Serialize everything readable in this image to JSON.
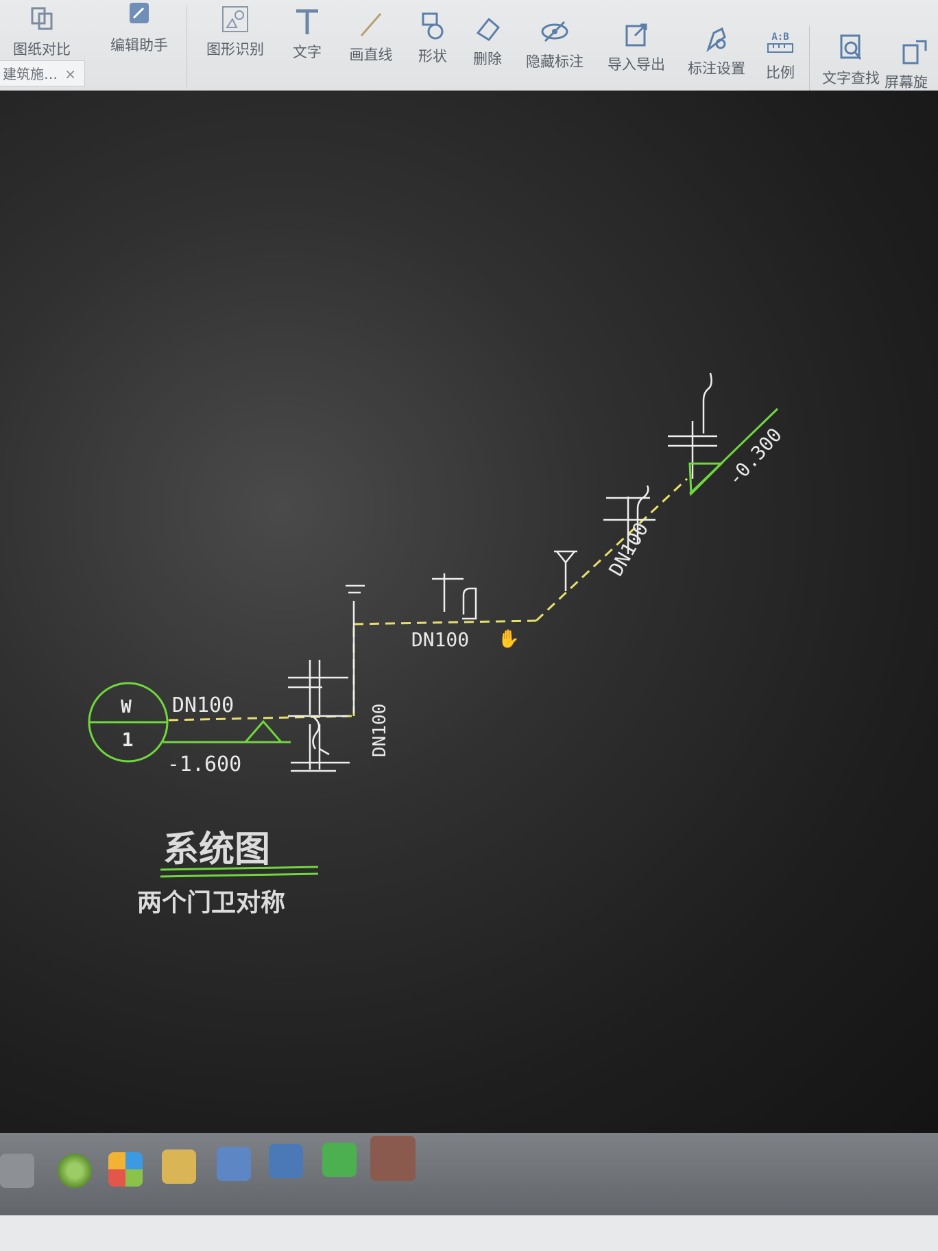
{
  "toolbar": {
    "items": [
      {
        "label": "图纸对比",
        "icon": "compare-icon"
      },
      {
        "label": "编辑助手",
        "icon": "edit-assistant-icon"
      },
      {
        "label": "图形识别",
        "icon": "shape-recognition-icon"
      },
      {
        "label": "文字",
        "icon": "text-icon"
      },
      {
        "label": "画直线",
        "icon": "line-icon"
      },
      {
        "label": "形状",
        "icon": "shape-icon"
      },
      {
        "label": "删除",
        "icon": "eraser-icon"
      },
      {
        "label": "隐藏标注",
        "icon": "hide-eye-icon"
      },
      {
        "label": "导入导出",
        "icon": "import-export-icon"
      },
      {
        "label": "标注设置",
        "icon": "annotation-settings-icon"
      },
      {
        "label": "比例",
        "icon": "scale-ruler-icon"
      },
      {
        "label": "文字查找",
        "icon": "text-search-icon"
      },
      {
        "label": "屏幕旋",
        "icon": "screen-rotate-icon"
      }
    ],
    "ratio_icon_text": "A:B"
  },
  "document_tab": {
    "label": "建筑施…",
    "close": "×"
  },
  "drawing": {
    "source_symbol": {
      "top": "W",
      "bottom": "1"
    },
    "pipe_labels": {
      "horizontal_low": "DN100",
      "vertical": "DN100",
      "horizontal_mid": "DN100",
      "diagonal": "DN100"
    },
    "elevation_low": "-1.600",
    "elevation_high": "-0.300",
    "title": "系统图",
    "subtitle": "两个门卫对称"
  },
  "colors": {
    "pipe": "#e6e06a",
    "symbol_green": "#6fd83c",
    "fixture": "#eeeeee"
  },
  "taskbar": {
    "apps": [
      "start-icon",
      "browser-icon",
      "apps-grid-icon",
      "file-explorer-icon",
      "media-app-icon",
      "cad-app-icon",
      "spreadsheet-app-icon",
      "wechat-icon"
    ]
  }
}
